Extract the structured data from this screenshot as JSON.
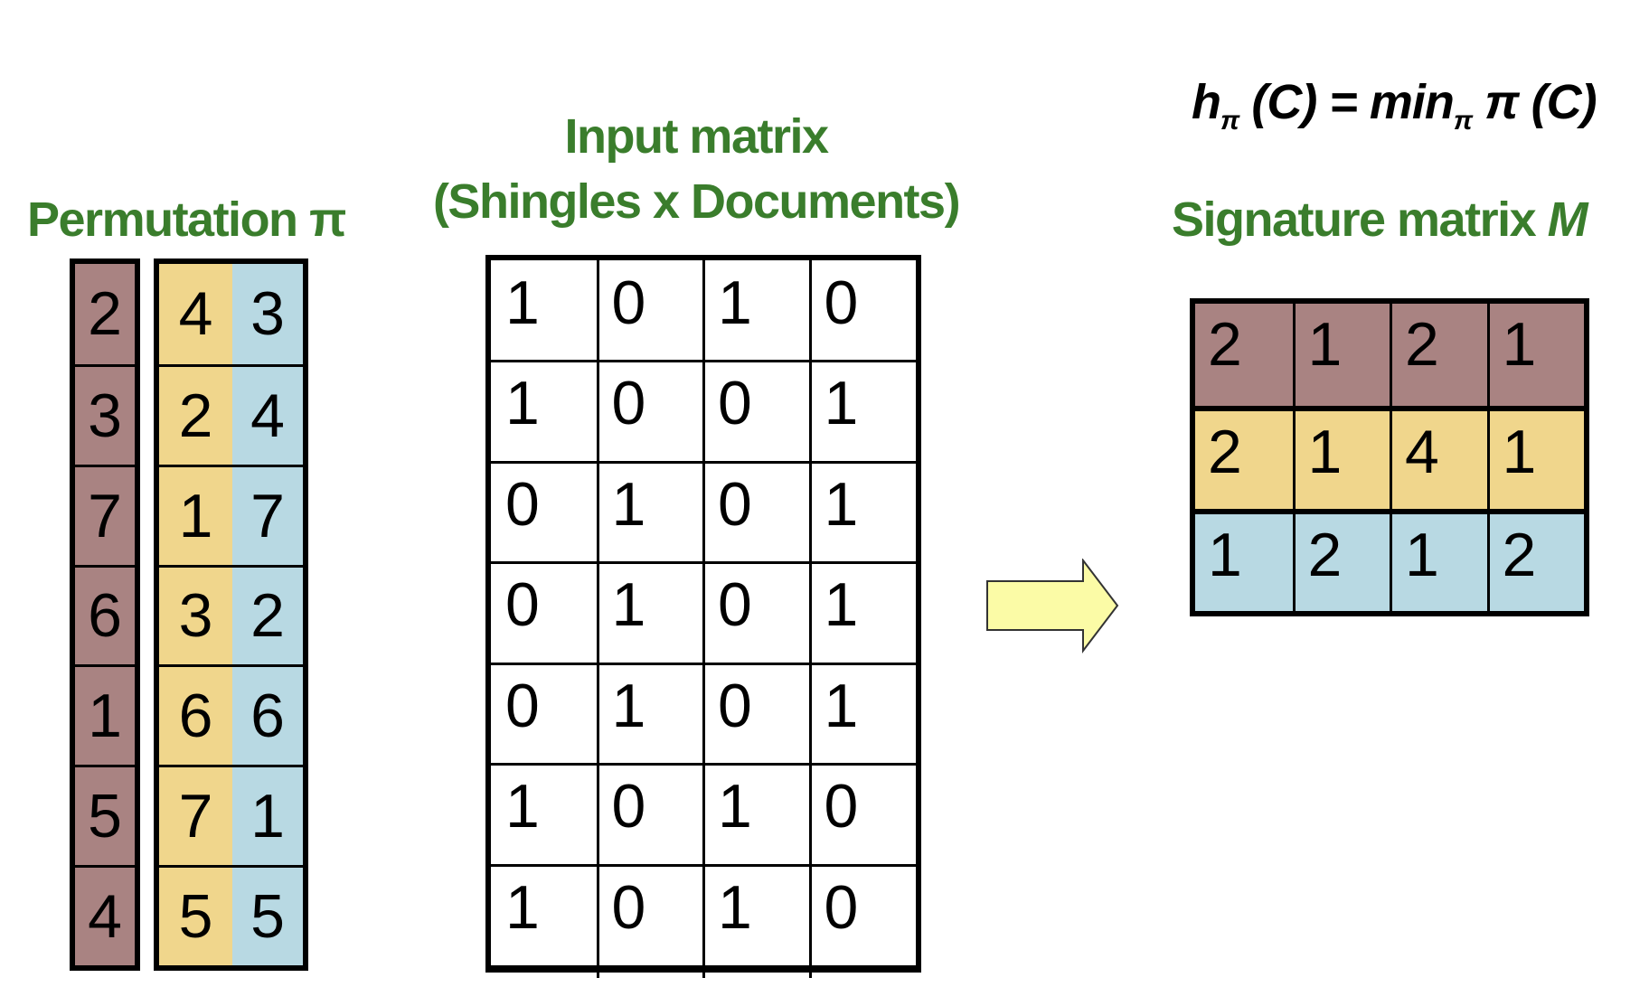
{
  "titles": {
    "permutation": "Permutation",
    "permutation_symbol": "π",
    "input_line1": "Input matrix",
    "input_line2": "(Shingles x Documents)",
    "signature": "Signature matrix",
    "signature_symbol": "M"
  },
  "formula": {
    "h": "h",
    "h_sub": "π",
    "mid": " (C) = min",
    "min_sub": "π",
    "tail": " π (C)"
  },
  "colors": {
    "title_green": "#3a7d2c",
    "perm1": "#a98382",
    "perm2": "#f0d68c",
    "perm3": "#b8d9e3",
    "arrow_fill": "#fbfba6"
  },
  "permutations": [
    [
      "2",
      "3",
      "7",
      "6",
      "1",
      "5",
      "4"
    ],
    [
      "4",
      "2",
      "1",
      "3",
      "6",
      "7",
      "5"
    ],
    [
      "3",
      "4",
      "7",
      "2",
      "6",
      "1",
      "5"
    ]
  ],
  "input_matrix": [
    [
      "1",
      "0",
      "1",
      "0"
    ],
    [
      "1",
      "0",
      "0",
      "1"
    ],
    [
      "0",
      "1",
      "0",
      "1"
    ],
    [
      "0",
      "1",
      "0",
      "1"
    ],
    [
      "0",
      "1",
      "0",
      "1"
    ],
    [
      "1",
      "0",
      "1",
      "0"
    ],
    [
      "1",
      "0",
      "1",
      "0"
    ]
  ],
  "signature_matrix": [
    [
      "2",
      "1",
      "2",
      "1"
    ],
    [
      "2",
      "1",
      "4",
      "1"
    ],
    [
      "1",
      "2",
      "1",
      "2"
    ]
  ]
}
